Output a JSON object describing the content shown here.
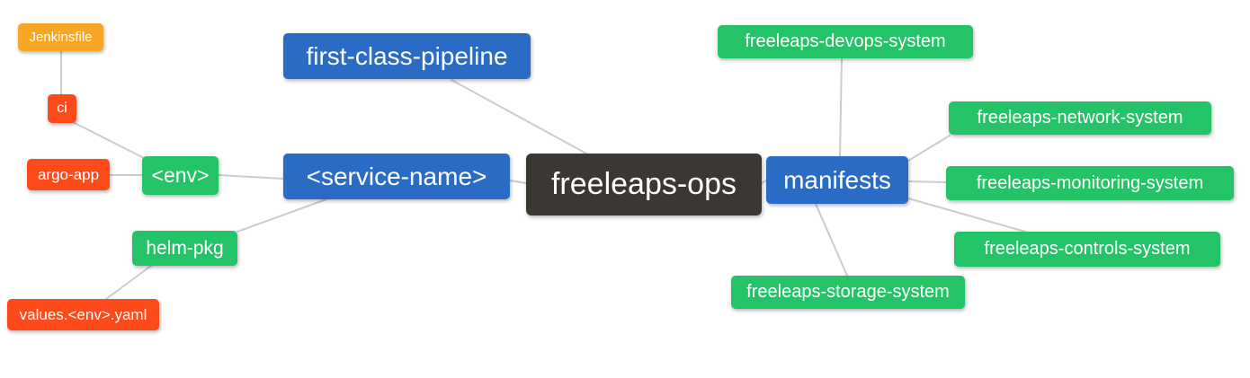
{
  "diagram": {
    "type": "mindmap",
    "root": "freeleaps-ops",
    "nodes": {
      "jenkinsfile": {
        "label": "Jenkinsfile",
        "color": "#f8a623"
      },
      "ci": {
        "label": "ci",
        "color": "#fc4a1b"
      },
      "argo_app": {
        "label": "argo-app",
        "color": "#fc4a1b"
      },
      "env": {
        "label": "<env>",
        "color": "#25c368"
      },
      "helm_pkg": {
        "label": "helm-pkg",
        "color": "#25c368"
      },
      "values_env_yaml": {
        "label": "values.<env>.yaml",
        "color": "#fc4a1b"
      },
      "first_class_pipeline": {
        "label": "first-class-pipeline",
        "color": "#2a6cc5"
      },
      "service_name": {
        "label": "<service-name>",
        "color": "#2a6cc5"
      },
      "freeleaps_ops": {
        "label": "freeleaps-ops",
        "color": "#3b3733"
      },
      "manifests": {
        "label": "manifests",
        "color": "#2a6cc5"
      },
      "devops_system": {
        "label": "freeleaps-devops-system",
        "color": "#25c368"
      },
      "network_system": {
        "label": "freeleaps-network-system",
        "color": "#25c368"
      },
      "monitoring_system": {
        "label": "freeleaps-monitoring-system",
        "color": "#25c368"
      },
      "controls_system": {
        "label": "freeleaps-controls-system",
        "color": "#25c368"
      },
      "storage_system": {
        "label": "freeleaps-storage-system",
        "color": "#25c368"
      }
    },
    "edges": [
      [
        "jenkinsfile",
        "ci"
      ],
      [
        "ci",
        "env"
      ],
      [
        "argo_app",
        "env"
      ],
      [
        "env",
        "service_name"
      ],
      [
        "service_name",
        "helm_pkg"
      ],
      [
        "helm_pkg",
        "values_env_yaml"
      ],
      [
        "service_name",
        "freeleaps_ops"
      ],
      [
        "first_class_pipeline",
        "freeleaps_ops"
      ],
      [
        "freeleaps_ops",
        "manifests"
      ],
      [
        "manifests",
        "devops_system"
      ],
      [
        "manifests",
        "network_system"
      ],
      [
        "manifests",
        "monitoring_system"
      ],
      [
        "manifests",
        "controls_system"
      ],
      [
        "manifests",
        "storage_system"
      ]
    ],
    "colors": {
      "blue": "#2a6cc5",
      "green": "#25c368",
      "red": "#fc4a1b",
      "amber": "#f8a623",
      "dark": "#3b3733",
      "edge_line": "#cccccc",
      "background": "#ffffff",
      "text": "#ffffff"
    }
  }
}
